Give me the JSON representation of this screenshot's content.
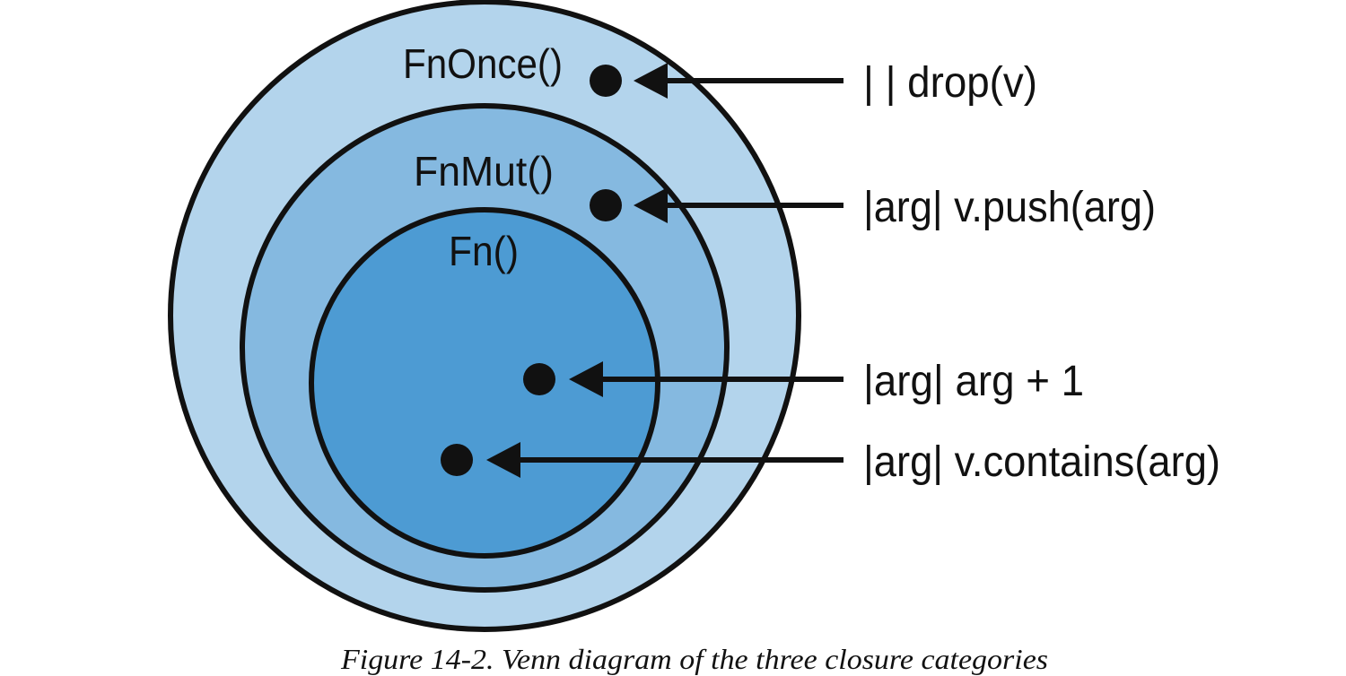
{
  "sets": [
    {
      "key": "fnonce",
      "label": "FnOnce()",
      "color": "#b3d4ec"
    },
    {
      "key": "fnmut",
      "label": "FnMut()",
      "color": "#85b9e0"
    },
    {
      "key": "fn",
      "label": "Fn()",
      "color": "#4d9bd3"
    }
  ],
  "closures": [
    {
      "key": "drop",
      "label": "| | drop(v)",
      "set": "FnOnce()"
    },
    {
      "key": "push",
      "label": "|arg| v.push(arg)",
      "set": "FnMut()"
    },
    {
      "key": "add",
      "label": "|arg| arg + 1",
      "set": "Fn()"
    },
    {
      "key": "contains",
      "label": "|arg| v.contains(arg)",
      "set": "Fn()"
    }
  ],
  "caption": "Figure 14-2. Venn diagram of the three closure categories",
  "colors": {
    "outline": "#111111",
    "background": "#ffffff"
  }
}
